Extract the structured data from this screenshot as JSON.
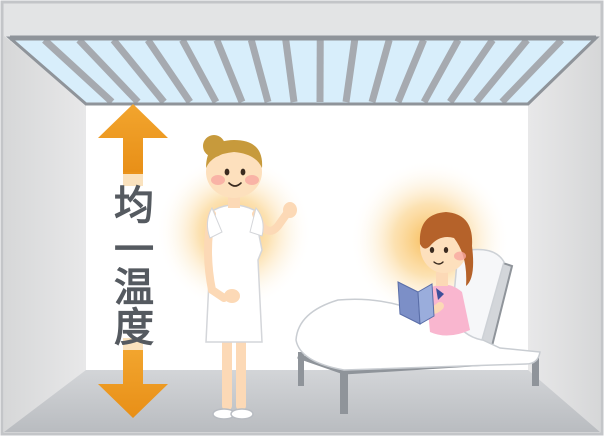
{
  "label": {
    "chars": [
      "均",
      "一",
      "温",
      "度"
    ]
  },
  "colors": {
    "room_frame": "#d9dadb",
    "ceiling_vent_sky": "#cfe7f6",
    "arrow": "#f0a22a",
    "glow": "#fbd08a",
    "floor": "#c9cbce"
  },
  "icons": [
    "ceiling-vent-icon",
    "vertical-arrow-icon",
    "nurse-figure-icon",
    "patient-in-bed-icon",
    "warm-glow-icon"
  ]
}
